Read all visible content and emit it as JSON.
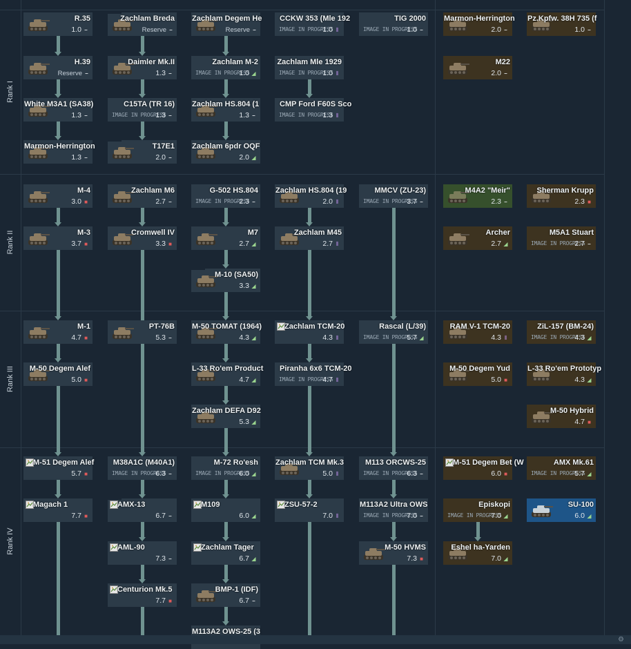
{
  "ranks": [
    "Rank I",
    "Rank II",
    "Rank III",
    "Rank IV"
  ],
  "status_labels": {
    "reserve": "Reserve",
    "in_progress": "IMAGE IN PROGRESS"
  },
  "colors": {
    "background": "#1a2633",
    "card": "#2c3b48",
    "premium": "#3d3320",
    "squadron": "#36502c",
    "selected": "#1e5588",
    "connector": "#6f9290"
  },
  "vehicles": [
    {
      "name": "R.35",
      "br": "1.0",
      "icon": "dash",
      "thumb": "tank-icon",
      "style": "normal",
      "col": 0,
      "row": 0
    },
    {
      "name": "H.39",
      "reserve": true,
      "icon": "dash",
      "thumb": "tank-icon",
      "style": "normal",
      "col": 0,
      "row": 1
    },
    {
      "name": "White M3A1 (SA38)",
      "br": "1.3",
      "icon": "dash",
      "thumb": "tank-icon",
      "style": "normal",
      "col": 0,
      "row": 2
    },
    {
      "name": "Marmon-Herrington",
      "br": "1.3",
      "icon": "dash",
      "thumb": "tank-icon",
      "style": "normal",
      "col": 0,
      "row": 3
    },
    {
      "name": "Zachlam Breda",
      "reserve": true,
      "icon": "dash",
      "thumb": "tank-icon",
      "style": "normal",
      "col": 1,
      "row": 0,
      "fold": true
    },
    {
      "name": "Daimler Mk.II",
      "br": "1.3",
      "icon": "dash",
      "thumb": "tank-icon",
      "style": "normal",
      "col": 1,
      "row": 1
    },
    {
      "name": "C15TA (TR 16)",
      "br": "1.3",
      "icon": "dash",
      "style": "normal",
      "col": 1,
      "row": 2,
      "in_progress": true
    },
    {
      "name": "T17E1",
      "br": "2.0",
      "icon": "dash",
      "thumb": "tank-icon",
      "style": "normal",
      "col": 1,
      "row": 3,
      "fold": true
    },
    {
      "name": "Zachlam Degem He",
      "reserve": true,
      "icon": "dash",
      "thumb": "tank-icon",
      "style": "normal",
      "col": 2,
      "row": 0
    },
    {
      "name": "Zachlam M-2",
      "br": "1.0",
      "icon": "gun",
      "style": "normal",
      "col": 2,
      "row": 1,
      "in_progress": true
    },
    {
      "name": "Zachlam HS.804 (1",
      "br": "1.3",
      "icon": "dash",
      "thumb": "tank-icon",
      "style": "normal",
      "col": 2,
      "row": 2
    },
    {
      "name": "Zachlam 6pdr OQF",
      "br": "2.0",
      "icon": "gun",
      "thumb": "tank-icon",
      "style": "normal",
      "col": 2,
      "row": 3
    },
    {
      "name": "CCKW 353 (Mle 192",
      "br": "1.0",
      "icon": "pur",
      "style": "normal",
      "col": 3,
      "row": 0,
      "in_progress": true,
      "align": "left"
    },
    {
      "name": "Zachlam Mle 1929",
      "br": "1.0",
      "icon": "pur",
      "style": "normal",
      "col": 3,
      "row": 1,
      "in_progress": true
    },
    {
      "name": "CMP Ford F60S Sco",
      "br": "1.3",
      "icon": "pur",
      "style": "normal",
      "col": 3,
      "row": 2,
      "in_progress": true,
      "align": "left"
    },
    {
      "name": "TIG 2000",
      "br": "1.0",
      "icon": "dash",
      "style": "normal",
      "col": 4,
      "row": 0,
      "in_progress": true
    },
    {
      "name": "Marmon-Herrington",
      "br": "2.0",
      "icon": "dash",
      "thumb": "tank-icon",
      "style": "prem",
      "col": 5,
      "row": 0
    },
    {
      "name": "M22",
      "br": "2.0",
      "icon": "dash",
      "thumb": "tank-icon",
      "style": "prem",
      "col": 5,
      "row": 1
    },
    {
      "name": "Pz.Kpfw. 38H 735 (f",
      "br": "1.0",
      "icon": "dash",
      "thumb": "tank-icon",
      "style": "prem",
      "col": 6,
      "row": 0
    },
    {
      "name": "M-4",
      "br": "3.0",
      "icon": "red",
      "thumb": "tank-icon",
      "style": "normal",
      "col": 0,
      "row": 4
    },
    {
      "name": "M-3",
      "br": "3.7",
      "icon": "red",
      "thumb": "tank-icon",
      "style": "normal",
      "col": 0,
      "row": 5
    },
    {
      "name": "Zachlam M6",
      "br": "2.7",
      "icon": "dash",
      "thumb": "tank-icon",
      "style": "normal",
      "col": 1,
      "row": 4
    },
    {
      "name": "Cromwell IV",
      "br": "3.3",
      "icon": "red",
      "thumb": "tank-icon",
      "style": "normal",
      "col": 1,
      "row": 5
    },
    {
      "name": "G-502 HS.804",
      "br": "2.3",
      "icon": "dash",
      "style": "normal",
      "col": 2,
      "row": 4,
      "in_progress": true
    },
    {
      "name": "M7",
      "br": "2.7",
      "icon": "gun",
      "thumb": "tank-icon",
      "style": "normal",
      "col": 2,
      "row": 5
    },
    {
      "name": "M-10 (SA50)",
      "br": "3.3",
      "icon": "gun",
      "thumb": "tank-icon",
      "style": "normal",
      "col": 2,
      "row": 6,
      "fold": true
    },
    {
      "name": "Zachlam HS.804 (19",
      "br": "2.0",
      "icon": "pur",
      "thumb": "tank-icon",
      "style": "normal",
      "col": 3,
      "row": 4
    },
    {
      "name": "Zachlam M45",
      "br": "2.7",
      "icon": "pur",
      "thumb": "tank-icon",
      "style": "normal",
      "col": 3,
      "row": 5
    },
    {
      "name": "MMCV (ZU-23)",
      "br": "3.7",
      "icon": "dash",
      "style": "normal",
      "col": 4,
      "row": 4,
      "in_progress": true
    },
    {
      "name": "M4A2 \"Meir\"",
      "br": "2.3",
      "icon": "dash",
      "thumb": "tank-icon",
      "style": "green",
      "col": 5,
      "row": 4
    },
    {
      "name": "Archer",
      "br": "2.7",
      "icon": "gun",
      "thumb": "tank-icon",
      "style": "prem",
      "col": 5,
      "row": 5
    },
    {
      "name": "Sherman Krupp",
      "br": "2.3",
      "icon": "red",
      "thumb": "tank-icon",
      "style": "prem",
      "col": 6,
      "row": 4
    },
    {
      "name": "M5A1 Stuart",
      "br": "2.7",
      "icon": "dash",
      "style": "prem",
      "col": 6,
      "row": 5,
      "in_progress": true
    },
    {
      "name": "M-1",
      "br": "4.7",
      "icon": "red",
      "thumb": "tank-icon",
      "style": "normal",
      "col": 0,
      "row": 7
    },
    {
      "name": "M-50 Degem Alef",
      "br": "5.0",
      "icon": "red",
      "thumb": "tank-icon",
      "style": "normal",
      "col": 0,
      "row": 8
    },
    {
      "name": "PT-76B",
      "br": "5.3",
      "icon": "dash",
      "thumb": "tank-icon",
      "style": "normal",
      "col": 1,
      "row": 7
    },
    {
      "name": "M-50 TOMAT (1964)",
      "br": "4.3",
      "icon": "gun",
      "thumb": "tank-icon",
      "style": "normal",
      "col": 2,
      "row": 7
    },
    {
      "name": "L-33 Ro'em Product",
      "br": "4.7",
      "icon": "gun",
      "thumb": "tank-icon",
      "style": "normal",
      "col": 2,
      "row": 8
    },
    {
      "name": "Zachlam DEFA D92",
      "br": "5.3",
      "icon": "gun",
      "thumb": "tank-icon",
      "style": "normal",
      "col": 2,
      "row": 9
    },
    {
      "name": "Zachlam TCM-20",
      "br": "4.3",
      "icon": "pur",
      "thumb": "broken-image-icon",
      "style": "normal",
      "col": 3,
      "row": 7
    },
    {
      "name": "Piranha 6x6 TCM-20",
      "br": "4.7",
      "icon": "pur",
      "style": "normal",
      "col": 3,
      "row": 8,
      "in_progress": true,
      "align": "left"
    },
    {
      "name": "Rascal (L/39)",
      "br": "5.7",
      "icon": "gun",
      "style": "normal",
      "col": 4,
      "row": 7,
      "in_progress": true
    },
    {
      "name": "RAM V-1 TCM-20",
      "br": "4.3",
      "icon": "pur",
      "thumb": "tank-icon",
      "style": "prem",
      "col": 5,
      "row": 7
    },
    {
      "name": "M-50 Degem Yud",
      "br": "5.0",
      "icon": "red",
      "thumb": "tank-icon",
      "style": "prem",
      "col": 5,
      "row": 8
    },
    {
      "name": "ZiL-157 (BM-24)",
      "br": "4.3",
      "icon": "gun",
      "style": "prem",
      "col": 6,
      "row": 7,
      "in_progress": true
    },
    {
      "name": "L-33 Ro'em Prototyp",
      "br": "4.3",
      "icon": "gun",
      "thumb": "tank-icon",
      "style": "prem",
      "col": 6,
      "row": 8
    },
    {
      "name": "M-50 Hybrid",
      "br": "4.7",
      "icon": "red",
      "thumb": "tank-icon",
      "style": "prem",
      "col": 6,
      "row": 9
    },
    {
      "name": "M-51 Degem Alef",
      "br": "5.7",
      "icon": "red",
      "thumb": "broken-image-icon",
      "style": "normal",
      "col": 0,
      "row": 10
    },
    {
      "name": "Magach 1",
      "br": "7.7",
      "icon": "red",
      "thumb": "broken-image-icon",
      "style": "normal",
      "col": 0,
      "row": 11
    },
    {
      "name": "M38A1C (M40A1)",
      "br": "6.3",
      "icon": "dash",
      "style": "normal",
      "col": 1,
      "row": 10,
      "in_progress": true
    },
    {
      "name": "AMX-13",
      "br": "6.7",
      "icon": "dash",
      "thumb": "broken-image-icon",
      "style": "normal",
      "col": 1,
      "row": 11,
      "fold": true
    },
    {
      "name": "AML-90",
      "br": "7.3",
      "icon": "dash",
      "thumb": "broken-image-icon",
      "style": "normal",
      "col": 1,
      "row": 12
    },
    {
      "name": "Centurion Mk.5",
      "br": "7.7",
      "icon": "red",
      "thumb": "broken-image-icon",
      "style": "normal",
      "col": 1,
      "row": 13
    },
    {
      "name": "M-72 Ro'esh",
      "br": "6.0",
      "icon": "gun",
      "style": "normal",
      "col": 2,
      "row": 10,
      "in_progress": true
    },
    {
      "name": "M109",
      "br": "6.0",
      "icon": "gun",
      "thumb": "broken-image-icon",
      "style": "normal",
      "col": 2,
      "row": 11
    },
    {
      "name": "Zachlam Tager",
      "br": "6.7",
      "icon": "gun",
      "thumb": "broken-image-icon",
      "style": "normal",
      "col": 2,
      "row": 12
    },
    {
      "name": "BMP-1 (IDF)",
      "br": "6.7",
      "icon": "dash",
      "thumb": "tank-icon",
      "style": "normal",
      "col": 2,
      "row": 13
    },
    {
      "name": "M113A2 OWS-25 (3",
      "style": "normal",
      "col": 2,
      "row": 14
    },
    {
      "name": "Zachlam TCM Mk.3",
      "br": "5.0",
      "icon": "pur",
      "thumb": "tank-icon",
      "style": "normal",
      "col": 3,
      "row": 10
    },
    {
      "name": "ZSU-57-2",
      "br": "7.0",
      "icon": "pur",
      "thumb": "broken-image-icon",
      "style": "normal",
      "col": 3,
      "row": 11
    },
    {
      "name": "M113 ORCWS-25",
      "br": "6.3",
      "icon": "dash",
      "style": "normal",
      "col": 4,
      "row": 10,
      "in_progress": true
    },
    {
      "name": "M113A2 Ultra OWS",
      "br": "7.0",
      "icon": "dash",
      "style": "normal",
      "col": 4,
      "row": 11,
      "in_progress": true
    },
    {
      "name": "M-50 HVMS",
      "br": "7.3",
      "icon": "red",
      "thumb": "tank-icon",
      "style": "normal",
      "col": 4,
      "row": 12
    },
    {
      "name": "M-51 Degem Bet (W",
      "br": "6.0",
      "icon": "red",
      "thumb": "broken-image-icon",
      "style": "prem",
      "col": 5,
      "row": 10
    },
    {
      "name": "Episkopi",
      "br": "7.0",
      "icon": "gun",
      "style": "prem",
      "col": 5,
      "row": 11,
      "in_progress": true
    },
    {
      "name": "Eshel ha-Yarden",
      "br": "7.0",
      "icon": "gun",
      "thumb": "tank-icon",
      "style": "prem",
      "col": 5,
      "row": 12
    },
    {
      "name": "AMX Mk.61",
      "br": "5.7",
      "icon": "gun",
      "style": "prem",
      "col": 6,
      "row": 10,
      "in_progress": true
    },
    {
      "name": "SU-100",
      "br": "6.0",
      "icon": "gun",
      "thumb": "tank-icon",
      "style": "blue",
      "col": 6,
      "row": 11
    }
  ]
}
